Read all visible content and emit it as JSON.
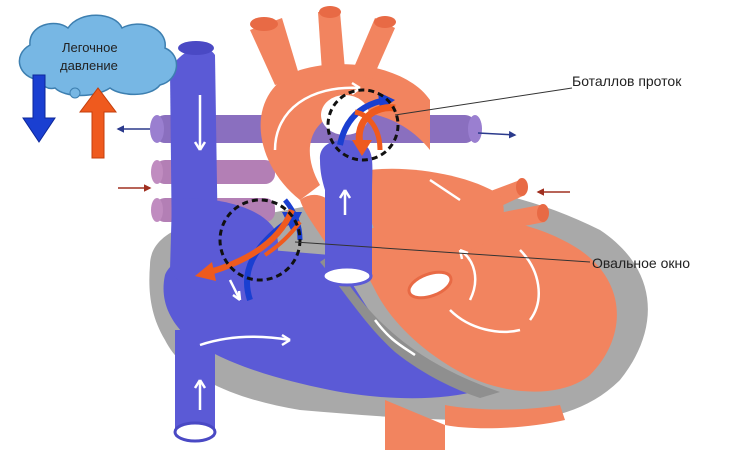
{
  "labels": {
    "cloud_line1": "Легочное",
    "cloud_line2": "давление",
    "ductus": "Боталлов проток",
    "foramen": "Овальное окно"
  },
  "colors": {
    "blue": "#5b5ad6",
    "blue_dark": "#3f3db5",
    "orange": "#f2845f",
    "orange_dark": "#e86a45",
    "grey": "#a9a9a9",
    "cloud": "#77b7e4",
    "arrow_blue": "#1a3fd1",
    "arrow_orange": "#ef5a1e",
    "dash": "#111111"
  }
}
